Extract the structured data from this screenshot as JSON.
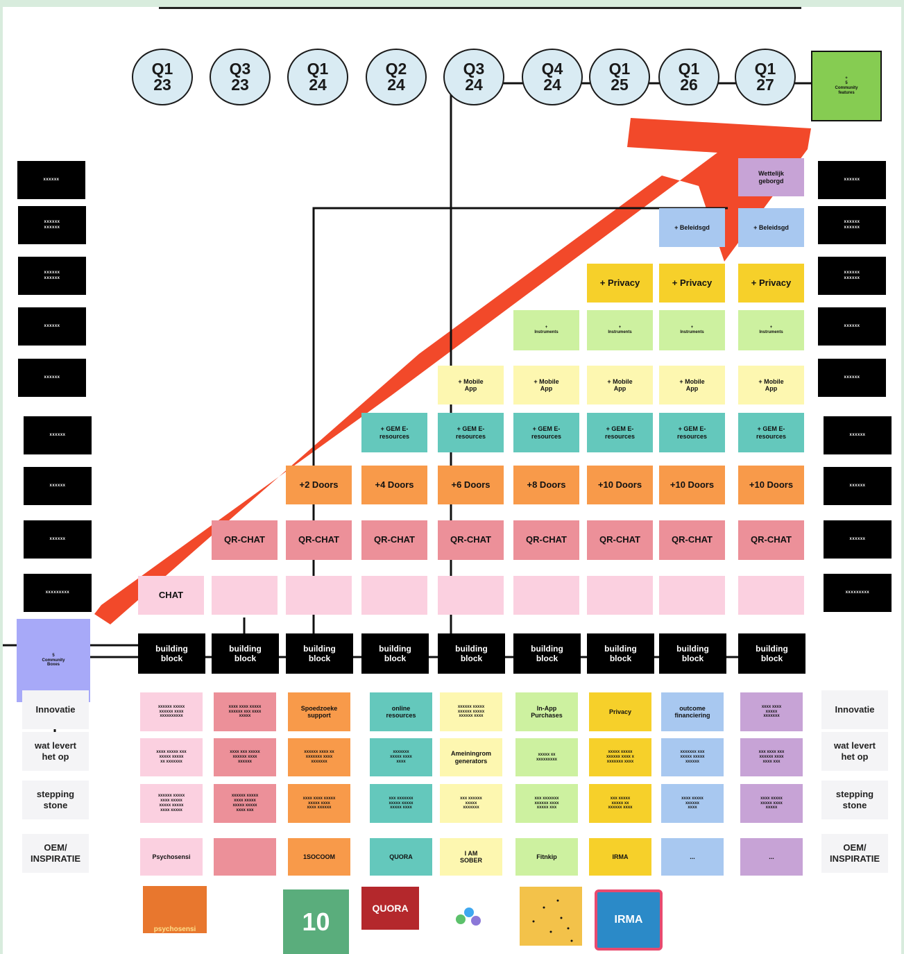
{
  "timeline": [
    "Q1\n23",
    "Q3\n23",
    "Q1\n24",
    "Q2\n24",
    "Q3\n24",
    "Q4\n24",
    "Q1\n25",
    "Q1\n26",
    "Q1\n27"
  ],
  "end_milestone": "+\n5\nCommunity\nfeatures",
  "start_milestone": "5\nCommunity\nBoxes",
  "left_labels": [
    "xxxxxx",
    "xxxxxx\nxxxxxx",
    "xxxxxx\nxxxxxx",
    "xxxxxx",
    "xxxxxx",
    "xxxxxx",
    "xxxxxx",
    "xxxxxx",
    "xxxxxxxxx"
  ],
  "right_labels": [
    "xxxxxx",
    "xxxxxx\nxxxxxx",
    "xxxxxx\nxxxxxx",
    "xxxxxx",
    "xxxxxx",
    "xxxxxx",
    "xxxxxx",
    "xxxxxx",
    "xxxxxxxxx"
  ],
  "rows": {
    "veilig": "Wettelijk\ngeborgd",
    "beleid": "+ Beleidsgd",
    "privacy": "+ Privacy",
    "instruments": "+\nInstruments",
    "mobile": "+ Mobile\nApp",
    "gem": "+ GEM E-\nresources",
    "doors": [
      "+2 Doors",
      "+4 Doors",
      "+6 Doors",
      "+8 Doors",
      "+10 Doors",
      "+10 Doors",
      "+10 Doors"
    ],
    "qr": "QR-CHAT",
    "chat": "CHAT",
    "building_block": "building\nblock"
  },
  "categories": [
    "Innovatie",
    "wat levert\nhet op",
    "stepping\nstone",
    "OEM/\nINSPIRATIE"
  ],
  "matrix": {
    "row1": [
      "xxxxxx xxxxx\nxxxxxx xxxx\nxxxxxxxxxx",
      "xxxx xxxx xxxxx\nxxxxxx xxx xxxx\nxxxxx",
      "Spoedzoeke\nsupport",
      "online\nresources",
      "xxxxxx xxxxx\nxxxxxx xxxxx\nxxxxxx xxxx",
      "In-App\nPurchases",
      "Privacy",
      "outcome\nfinanciering",
      "xxxx xxxx\nxxxxx\nxxxxxxx"
    ],
    "row2": [
      "xxxx xxxxx xxx\nxxxxx xxxxx\nxx xxxxxxx",
      "xxxx xxx xxxxx\nxxxxxx xxxx\nxxxxxx",
      "xxxxxx xxxx xx\nxxxxxxx xxxx\nxxxxxxx",
      "xxxxxxx\nxxxxx xxxx\nxxxx",
      "Ameiningrom\ngenerators",
      "xxxxx xx\nxxxxxxxxx",
      "xxxxx xxxxx\nxxxxxx xxxx x\nxxxxxxx xxxx",
      "xxxxxxx xxx\nxxxxx xxxxx\nxxxxxx",
      "xxx xxxx xxx\nxxxxxx xxxx\nxxxx xxx"
    ],
    "row3": [
      "xxxxxx xxxxx\nxxxx xxxxx\nxxxxx xxxxx\nxxxx xxxxx",
      "xxxxxx xxxxx\nxxxx xxxxx\nxxxxx xxxxx\nxxxx xxx",
      "xxxx xxxx xxxxx\nxxxxx xxxx\nxxxx xxxxxx",
      "xxx xxxxxxx\nxxxxx xxxxx\nxxxxx xxxx",
      "xxx xxxxxx\nxxxxx\nxxxxxxx",
      "xxx xxxxxxx\nxxxxxx xxxx\nxxxxx xxx",
      "xxx xxxxx\nxxxxx xx\nxxxxxx xxxx",
      "xxxx xxxxx\nxxxxxx\nxxxx",
      "xxxx xxxxx\nxxxxx xxxx\nxxxxx"
    ],
    "row4": [
      "Psychosensi",
      "",
      "1SOCOOM",
      "QUORA",
      "I AM\nSOBER",
      "Fitnkip",
      "IRMA",
      "...",
      "..."
    ]
  },
  "logos": [
    "psychosensi",
    "10",
    "QUORA",
    "",
    "",
    "IRMA"
  ],
  "colors": {
    "arrow": "#f2492a",
    "pink_light": "#fbd0e0",
    "pink": "#ec9099",
    "orange": "#f89a4a",
    "teal": "#64c8bc",
    "yellow_light": "#fdf7b0",
    "green_light": "#cdf1a0",
    "yellow": "#f6d02a",
    "blue": "#a8c8f0",
    "purple": "#c7a3d6",
    "milestone_green": "#86cc52",
    "milestone_blue": "#a7a9f8"
  }
}
